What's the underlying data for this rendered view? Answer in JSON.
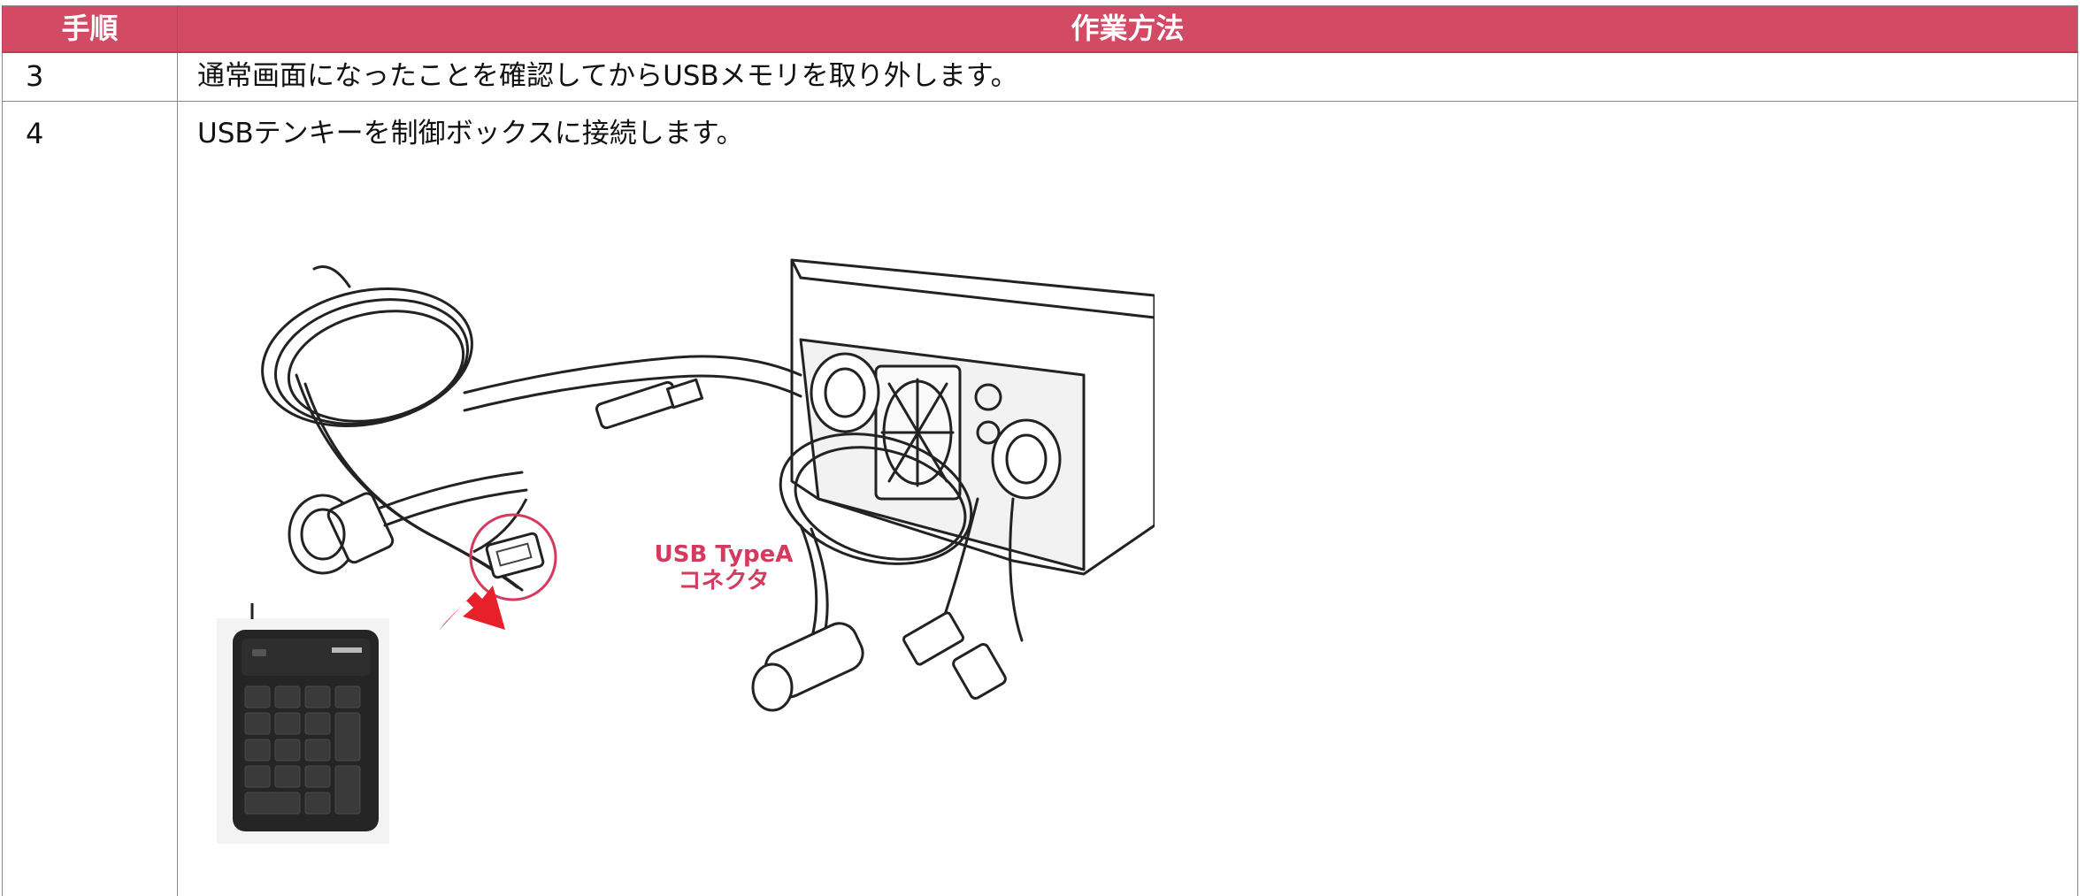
{
  "table": {
    "headers": [
      "手順",
      "作業方法"
    ],
    "rows": [
      {
        "step": "3",
        "method": "通常画面になったことを確認してからUSBメモリを取り外します。"
      },
      {
        "step": "4",
        "method": "USBテンキーを制御ボックスに接続します。"
      }
    ]
  },
  "figure": {
    "callout_line1": "USB TypeA",
    "callout_line2": "コネクタ"
  },
  "colors": {
    "header_bg": "#d24a64",
    "callout_red": "#d23b5e",
    "arrow_red": "#e8202a"
  }
}
